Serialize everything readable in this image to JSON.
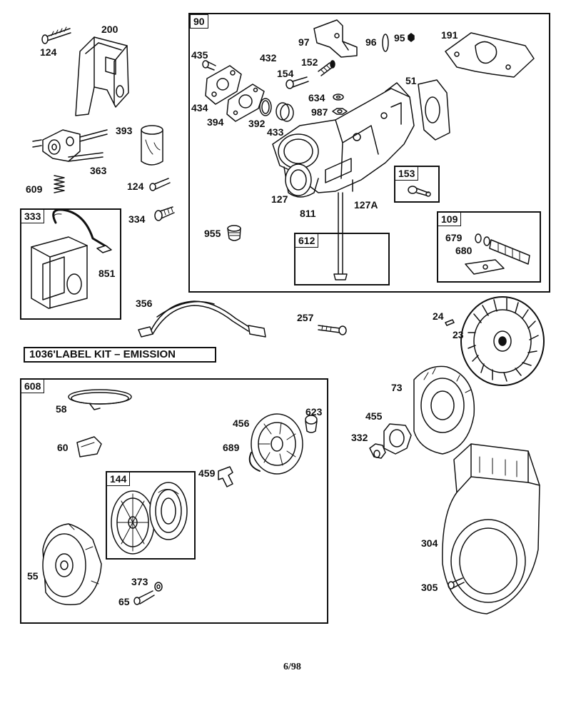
{
  "kit_label": "1036'LABEL KIT – EMISSION",
  "page": "6/98",
  "groups": {
    "g90": "90",
    "g153": "153",
    "g109": "109",
    "g612": "612",
    "g333": "333",
    "g608": "608",
    "g144": "144"
  },
  "parts": {
    "p124a": "124",
    "p200": "200",
    "p393": "393",
    "p363": "363",
    "p609": "609",
    "p124b": "124",
    "p334": "334",
    "p851": "851",
    "p435": "435",
    "p432": "432",
    "p434": "434",
    "p394": "394",
    "p392": "392",
    "p433": "433",
    "p97": "97",
    "p152": "152",
    "p154": "154",
    "p634": "634",
    "p987": "987",
    "p96": "96",
    "p95": "95",
    "p191": "191",
    "p51": "51",
    "p127": "127",
    "p127A": "127A",
    "p811": "811",
    "p955": "955",
    "p679": "679",
    "p680": "680",
    "p356": "356",
    "p257": "257",
    "p24": "24",
    "p23": "23",
    "p73": "73",
    "p455": "455",
    "p332": "332",
    "p304": "304",
    "p305": "305",
    "p58": "58",
    "p60": "60",
    "p456": "456",
    "p623": "623",
    "p689": "689",
    "p459": "459",
    "p55": "55",
    "p373": "373",
    "p65": "65"
  }
}
